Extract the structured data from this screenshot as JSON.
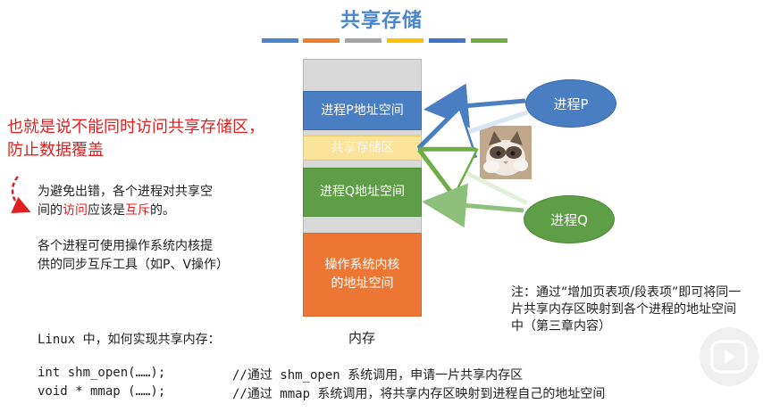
{
  "title": "共享存储",
  "title_bar_colors": [
    "#4a86c8",
    "#ed7d31",
    "#a5a5a5",
    "#ffc000",
    "#4472c4",
    "#70ad47"
  ],
  "memory": {
    "segments": {
      "process_p": "进程P地址空间",
      "shared": "共享存储区",
      "process_q": "进程Q地址空间",
      "os_line1": "操作系统内核",
      "os_line2": "的地址空间"
    },
    "label": "内存"
  },
  "processes": {
    "p": "进程P",
    "q": "进程Q"
  },
  "left_text": {
    "red_note_line1": "也就是说不能同时访问共享存储区，",
    "red_note_line2": "防止数据覆盖",
    "mutex_line1": "为避免出错，各个进程对共享空",
    "mutex_line2_a": "间的",
    "mutex_line2_b": "访问",
    "mutex_line2_c": "应该是",
    "mutex_line2_d": "互斥",
    "mutex_line2_e": "的。",
    "sync_line1": "各个进程可使用操作系统内核提",
    "sync_line2": "供的同步互斥工具（如P、V操作）"
  },
  "note": "注：通过“增加页表项/段表项”即可将同一片共享内存区映射到各个进程的地址空间中（第三章内容）",
  "code": {
    "linux_question": "Linux 中，如何实现共享内存：",
    "line1_code": "int shm_open(……);",
    "line1_comment": "//通过 shm_open 系统调用，申请一片共享内存区",
    "line2_code": "void * mmap (……);",
    "line2_comment": "//通过 mmap 系统调用，将共享内存区映射到进程自己的地址空间"
  },
  "colors": {
    "accent_blue": "#4a7ec2",
    "accent_green": "#5e9e47",
    "accent_orange": "#ec7735",
    "red": "#e02020"
  }
}
